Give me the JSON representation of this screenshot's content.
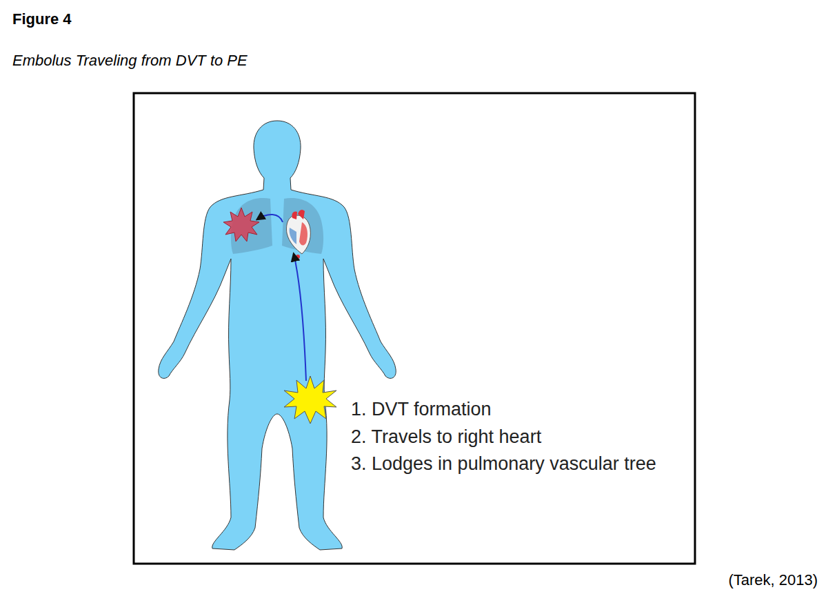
{
  "diagram": {
    "title": "Figure 4",
    "caption": "Embolus Traveling from DVT to PE",
    "labels": [
      "1. DVT formation",
      "2. Travels to right heart",
      "3. Lodges in pulmonary vascular tree",
      "(Tarek, 2013)"
    ]
  }
}
